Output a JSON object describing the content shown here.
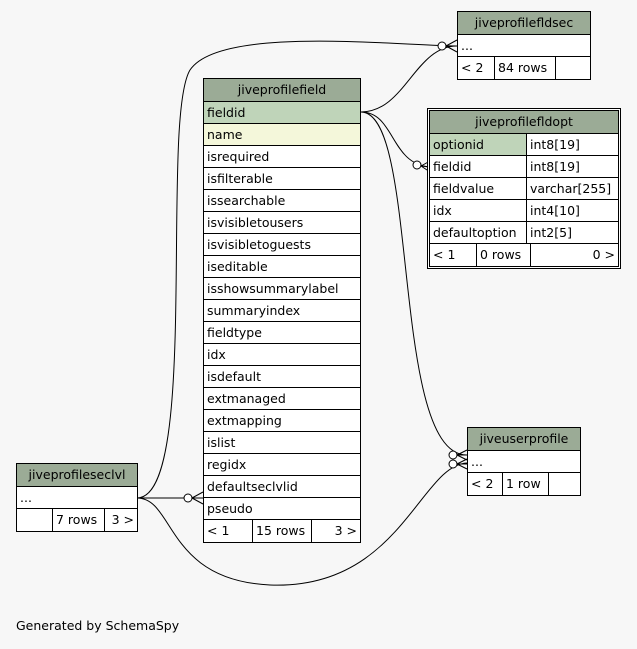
{
  "tables": {
    "jiveprofilefield": {
      "name": "jiveprofilefield",
      "columns": [
        "fieldid",
        "name",
        "isrequired",
        "isfilterable",
        "issearchable",
        "isvisibletousers",
        "isvisibletoguests",
        "iseditable",
        "isshowsummarylabel",
        "summaryindex",
        "fieldtype",
        "idx",
        "isdefault",
        "extmanaged",
        "extmapping",
        "islist",
        "regidx",
        "defaultseclvlid",
        "pseudo"
      ],
      "stats": {
        "parents": "< 1",
        "rows": "15 rows",
        "children": "3 >"
      }
    },
    "jiveprofilefldsec": {
      "name": "jiveprofilefldsec",
      "columns": [
        "..."
      ],
      "stats": {
        "parents": "< 2",
        "rows": "84 rows",
        "children": ""
      }
    },
    "jiveprofilefldopt": {
      "name": "jiveprofilefldopt",
      "columns": [
        {
          "name": "optionid",
          "type": "int8[19]"
        },
        {
          "name": "fieldid",
          "type": "int8[19]"
        },
        {
          "name": "fieldvalue",
          "type": "varchar[255]"
        },
        {
          "name": "idx",
          "type": "int4[10]"
        },
        {
          "name": "defaultoption",
          "type": "int2[5]"
        }
      ],
      "stats": {
        "parents": "< 1",
        "rows": "0 rows",
        "children": "0 >"
      }
    },
    "jiveuserprofile": {
      "name": "jiveuserprofile",
      "columns": [
        "..."
      ],
      "stats": {
        "parents": "< 2",
        "rows": "1 row",
        "children": ""
      }
    },
    "jiveprofileseclvl": {
      "name": "jiveprofileseclvl",
      "columns": [
        "..."
      ],
      "stats": {
        "parents": "",
        "rows": "7 rows",
        "children": "3 >"
      }
    }
  },
  "colors": {
    "header": "#9bab96",
    "primary_key": "#bfd4b9",
    "indexed": "#f4f7da",
    "background": "#f7f7f7"
  },
  "footer": "Generated by SchemaSpy"
}
